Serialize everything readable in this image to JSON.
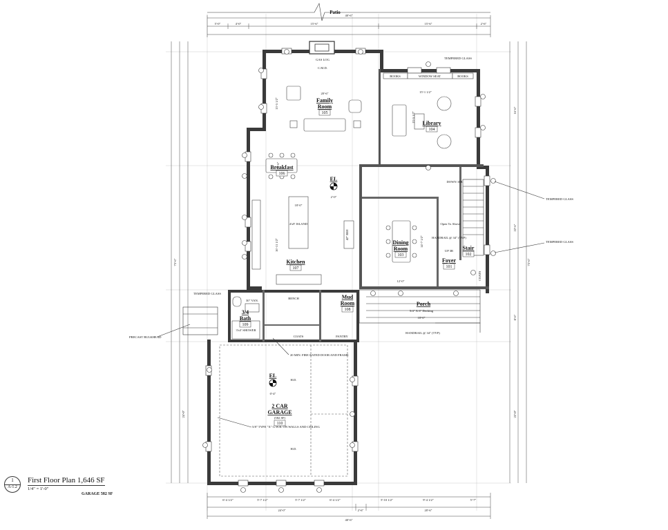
{
  "drawing": {
    "patio_label": "Patio",
    "sheet": {
      "number": "1",
      "id": "A-1.2"
    },
    "title": "First Floor Plan 1,646 SF",
    "scale": "1/4\" = 1'-0\"",
    "garage_sf": "GARAGE 582 SF"
  },
  "rooms": {
    "family": {
      "name1": "Family",
      "name2": "Room",
      "number": "105"
    },
    "library": {
      "name": "Library",
      "number": "104"
    },
    "breakfast": {
      "name": "Breakfast",
      "number": "106"
    },
    "kitchen": {
      "name": "Kitchen",
      "number": "107"
    },
    "dining": {
      "name1": "Dining",
      "name2": "Room",
      "number": "103"
    },
    "foyer": {
      "name": "Foyer",
      "number": "101"
    },
    "stair": {
      "name": "Stair",
      "number": "102"
    },
    "bath": {
      "name1": "3/4",
      "name2": "Bath",
      "number": "109"
    },
    "mud": {
      "name1": "Mud",
      "name2": "Room",
      "number": "108"
    },
    "porch": {
      "name": "Porch"
    },
    "garage": {
      "name1": "2 CAR",
      "name2": "GARAGE",
      "area": "(582 SF)",
      "number": "110"
    }
  },
  "notes": {
    "gas_log": "GAS LOG",
    "cmd": "C.M.D.",
    "books_left": "BOOKS",
    "books_right": "BOOKS",
    "window_seat": "WINDOW SEAT",
    "tempered_top": "TEMPERED GLASS",
    "tempered_right1": "TEMPERED GLASS",
    "tempered_right2": "TEMPERED GLASS",
    "tempered_left": "TEMPERED GLASS",
    "precast": "PRECAST BULKHEAD",
    "el_upper": "EL",
    "el_upper_val": "2'-0\"",
    "el_lower": "EL",
    "el_lower_val": "0'-4\"",
    "island": "4'x9' ISLAND",
    "down": "DOWN 10R",
    "open_to_above": "Open To Above",
    "handrail_stair": "HANDRAIL @ 34\" (TYP)",
    "up": "UP 3R",
    "decking": "5/4\" X 6\" Decking",
    "handrail_porch": "HANDRAIL @ 34\" (TYP)",
    "fire_door": "20 MIN. FIRE RATED DOOR AND FRAME",
    "gwb": "5/8\" TYPE \"X\" G.W.B. ON WALLS AND CEILING",
    "coats": "COATS",
    "pantry": "PANTRY",
    "shower": "3'x3' SHOWER",
    "vanity": "30\" VAN.",
    "bench": "BENCH",
    "hd1": "H.D.",
    "hd2": "H.D.",
    "ref": "42\" REF.",
    "coats_closet": "COATS"
  },
  "dims": {
    "family_w": "20'-6\"",
    "family_h": "15'-5 1/2\"",
    "library_w": "15'-1 1/2\"",
    "library_h": "13'-5 1/2\"",
    "breakfast_w": "10'-6\"",
    "kitchen_w": "18'-0\"",
    "kitchen_h": "16'-11 1/2\"",
    "dining_w": "12'-0\"",
    "dining_h": "14'-7 1/2\"",
    "porch_w": "18'-0\"",
    "top_total": "40'-6\"",
    "top_a": "5'-0\"",
    "top_b": "4'-0\"",
    "top_c": "15'-6\"",
    "top_d": "15'-6\"",
    "top_e": "2'-6\"",
    "bot_total": "40'-6\"",
    "bot_a": "24'-0\"",
    "bot_b": "2'-6\"",
    "bot_c": "20'-6\"",
    "bot_d": "6'-4 1/2\"",
    "bot_e": "5'-7 1/2\"",
    "bot_f": "5'-7 1/2\"",
    "bot_g": "6'-4 1/2\"",
    "bot_h": "5'-10 1/2\"",
    "bot_i": "9'-4 1/2\"",
    "bot_j": "5'-7\"",
    "right_total": "73'-6\"",
    "left_total": "73'-6\"",
    "garage_h": "24'-0\"",
    "right_a": "16'-6\"",
    "right_b": "22'-6\"",
    "right_c": "8'-6\"",
    "right_d": "22'-0\""
  }
}
